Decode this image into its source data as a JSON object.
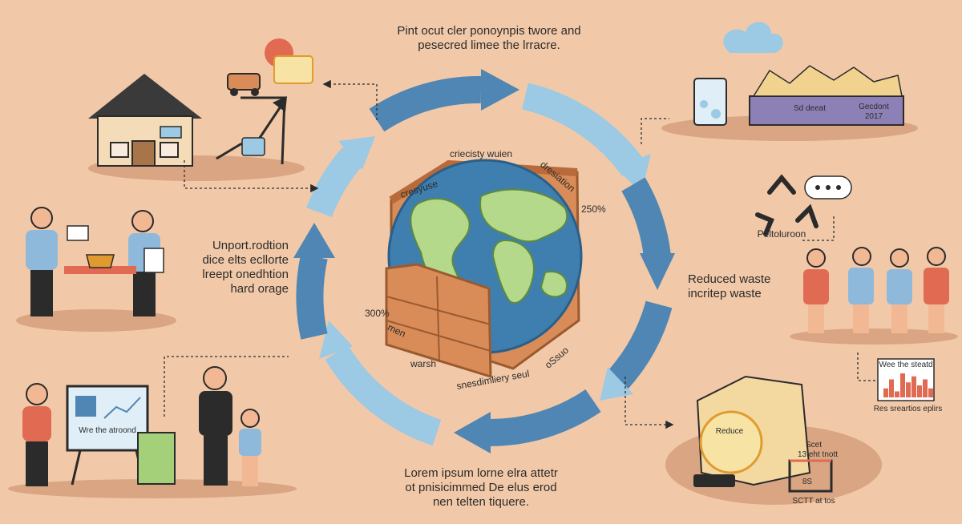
{
  "colors": {
    "background": "#f2c9a8",
    "arrow_light": "#9cc9e3",
    "arrow_dark": "#4f86b3",
    "ocean": "#3f7fb0",
    "land": "#b5d98a",
    "crate": "#d98c58",
    "person_blue": "#8fb9da",
    "person_red": "#e06a52",
    "dark": "#2b2b2b"
  },
  "top_caption": [
    "Pint ocut cler ponoynpis twore and",
    "pesecred limee the lrracre."
  ],
  "left_caption": [
    "Unport.rodtion",
    "dice elts ecllorte",
    "lreept onedhtion",
    "hard orage"
  ],
  "right_caption": [
    "Reduced waste",
    "incritep waste"
  ],
  "bottom_caption": [
    "Lorem ipsum lorne elra attetr",
    "ot pnisicimmed De elus erod",
    "nen telten tiquere."
  ],
  "globe_labels": {
    "top": "criecisty wuien",
    "top_left": "cresyuse",
    "top_right": "dresiation",
    "right_pct": "250%",
    "left_pct": "300%",
    "bottom_left_1": "men",
    "bottom_left_2": "warsh",
    "bottom": "snesdimliery seul",
    "bottom_right": "oSsuo"
  },
  "recycle_label": "Peltoluroon",
  "easel_title": "Wre the atroond",
  "box_label": "Reduce",
  "bin_labels": [
    "Sd deeat",
    "Gecdont 2017"
  ],
  "chart_mini": {
    "title": "Wee the steatd",
    "caption": "Res sreartios eplirs",
    "values": [
      3,
      6,
      2,
      8,
      5,
      7,
      4,
      6,
      3
    ]
  },
  "scale_labels": [
    "Scet",
    "13 eht tnott",
    "8S",
    "SCTT at tos"
  ]
}
